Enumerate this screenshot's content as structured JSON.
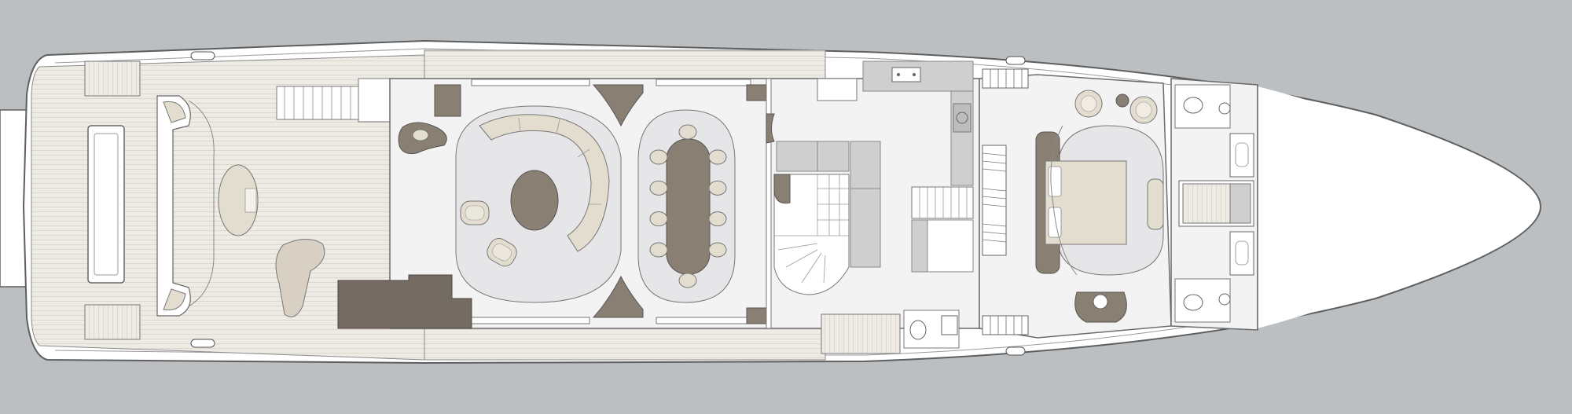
{
  "diagram": {
    "kind": "yacht deck layout plan",
    "text_labels": []
  },
  "colors": {
    "background": "#bcbfc2",
    "hull_outline": "#5e5e5e",
    "hull_fill": "#ffffff",
    "teak_deck": "#eeebe4",
    "teak_line": "#dcd8cf",
    "interior_floor": "#f3f3f3",
    "rug": "#e6e6e9",
    "furniture_beige": "#e3ddcf",
    "furniture_dark": "#8a7f73",
    "wood_dark": "#746b62",
    "cabinet_gray": "#cfcfcf",
    "line": "#6b6b6b"
  },
  "zones": [
    {
      "name": "aft-swim-platform"
    },
    {
      "name": "aft-cockpit-sun-deck"
    },
    {
      "name": "main-salon-lounge"
    },
    {
      "name": "dining-area"
    },
    {
      "name": "staircase-lobby"
    },
    {
      "name": "galley"
    },
    {
      "name": "owner-cabin"
    },
    {
      "name": "forward-bathrooms"
    },
    {
      "name": "foredeck"
    }
  ],
  "furniture": {
    "dining_chairs": 10,
    "salon_armchairs": 2,
    "cabin_armchairs": 2
  }
}
